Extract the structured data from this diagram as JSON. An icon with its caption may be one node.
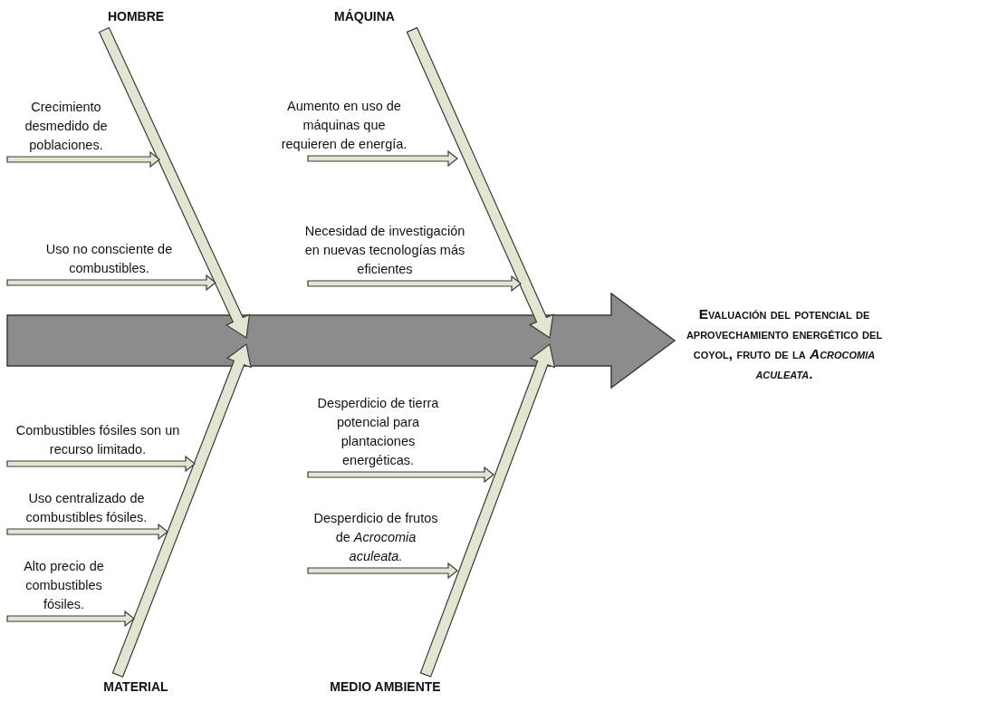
{
  "diagram": {
    "nodes": [
      {
        "text": [
          "HOMBRE"
        ]
      },
      {
        "text": [
          "MÁQUINA"
        ]
      },
      {
        "text": [
          "Crecimiento desmedido de poblaciones."
        ]
      },
      {
        "text": [
          "Uso no consciente de combustibles."
        ]
      },
      {
        "text": [
          "Aumento en uso de máquinas que requieren de energía."
        ]
      },
      {
        "text": [
          "Necesidad de investigación en nuevas tecnologías más eficientes"
        ]
      },
      {
        "text": [
          "Evaluación del potencial de aprovechamiento energético del coyol, fruto de la *Acrocomia aculeata*."
        ]
      },
      {
        "text": [
          "Combustibles fósiles son un recurso limitado."
        ]
      },
      {
        "text": [
          "Uso centralizado de combustibles fósiles."
        ]
      },
      {
        "text": [
          "Alto precio de combustibles fósiles."
        ]
      },
      {
        "text": [
          "Desperdicio de tierra potencial para plantaciones energéticas."
        ]
      },
      {
        "text": [
          "Desperdicio de frutos de *Acrocomia aculeata.*"
        ]
      },
      {
        "text": [
          "MATERIAL"
        ]
      },
      {
        "text": [
          "MEDIO AMBIENTE"
        ]
      }
    ],
    "edges": [
      {
        "from": null,
        "to": 6,
        "arrow": "to",
        "style": "thick",
        "color": "#8c8c8c"
      },
      {
        "from": 0,
        "to": null,
        "arrow": "to"
      },
      {
        "from": 1,
        "to": null,
        "arrow": "to"
      },
      {
        "from": 12,
        "to": null,
        "arrow": "to"
      },
      {
        "from": 13,
        "to": null,
        "arrow": "to"
      },
      {
        "from": 2,
        "to": null,
        "arrow": "to"
      },
      {
        "from": 3,
        "to": null,
        "arrow": "to"
      },
      {
        "from": 4,
        "to": null,
        "arrow": "to"
      },
      {
        "from": 5,
        "to": null,
        "arrow": "to"
      },
      {
        "from": 7,
        "to": null,
        "arrow": "to"
      },
      {
        "from": 8,
        "to": null,
        "arrow": "to"
      },
      {
        "from": 9,
        "to": null,
        "arrow": "to"
      },
      {
        "from": 10,
        "to": null,
        "arrow": "to"
      },
      {
        "from": 11,
        "to": null,
        "arrow": "to"
      }
    ]
  }
}
